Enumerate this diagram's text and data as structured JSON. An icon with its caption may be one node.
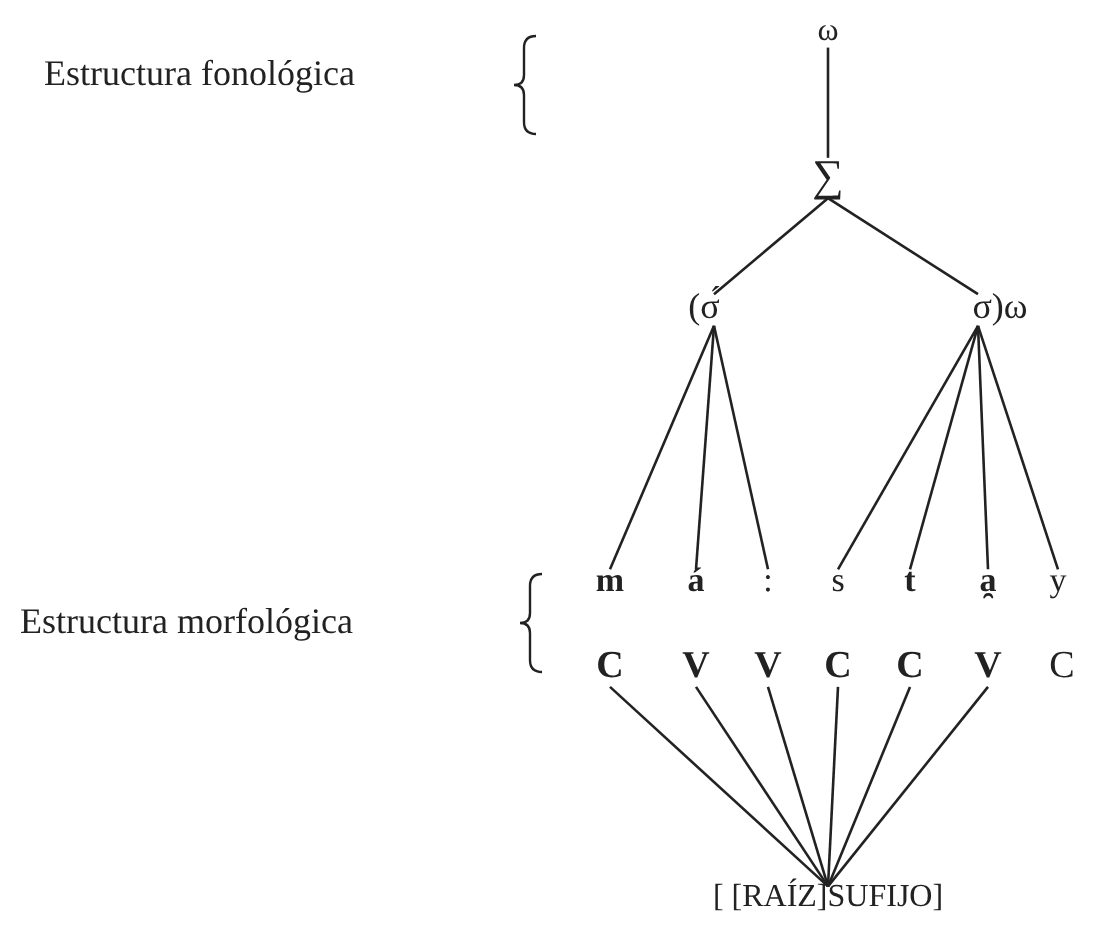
{
  "diagram": {
    "nodes": [
      {
        "text": [
          "ω"
        ]
      },
      {
        "text": [
          "∑"
        ]
      },
      {
        "text": [
          "(σ́"
        ]
      },
      {
        "text": [
          "σ)ω"
        ]
      },
      {
        "text": [
          "m"
        ]
      },
      {
        "text": [
          "á"
        ]
      },
      {
        "text": [
          ":"
        ]
      },
      {
        "text": [
          "s"
        ]
      },
      {
        "text": [
          "t"
        ]
      },
      {
        "text": [
          "a̯"
        ]
      },
      {
        "text": [
          "y"
        ]
      },
      {
        "text": [
          "C"
        ]
      },
      {
        "text": [
          "V"
        ]
      },
      {
        "text": [
          "V"
        ]
      },
      {
        "text": [
          "C"
        ]
      },
      {
        "text": [
          "C"
        ]
      },
      {
        "text": [
          "V"
        ]
      },
      {
        "text": [
          "C"
        ]
      },
      {
        "text": [
          "[ [RAÍZ]SUFIJO]"
        ]
      }
    ],
    "edges": [
      {
        "from": 0,
        "to": 1,
        "arrow": "none"
      },
      {
        "from": 1,
        "to": 2,
        "arrow": "none"
      },
      {
        "from": 1,
        "to": 3,
        "arrow": "none"
      },
      {
        "from": 2,
        "to": 4,
        "arrow": "none"
      },
      {
        "from": 2,
        "to": 5,
        "arrow": "none"
      },
      {
        "from": 2,
        "to": 6,
        "arrow": "none"
      },
      {
        "from": 3,
        "to": 7,
        "arrow": "none"
      },
      {
        "from": 3,
        "to": 8,
        "arrow": "none"
      },
      {
        "from": 3,
        "to": 9,
        "arrow": "none"
      },
      {
        "from": 3,
        "to": 10,
        "arrow": "none"
      },
      {
        "from": 11,
        "to": 18,
        "arrow": "none"
      },
      {
        "from": 12,
        "to": 18,
        "arrow": "none"
      },
      {
        "from": 13,
        "to": 18,
        "arrow": "none"
      },
      {
        "from": 14,
        "to": 18,
        "arrow": "none"
      },
      {
        "from": 15,
        "to": 18,
        "arrow": "none"
      },
      {
        "from": 16,
        "to": 18,
        "arrow": "none"
      }
    ],
    "labels": [
      "Estructura fonológica",
      "Estructura morfológica"
    ]
  }
}
